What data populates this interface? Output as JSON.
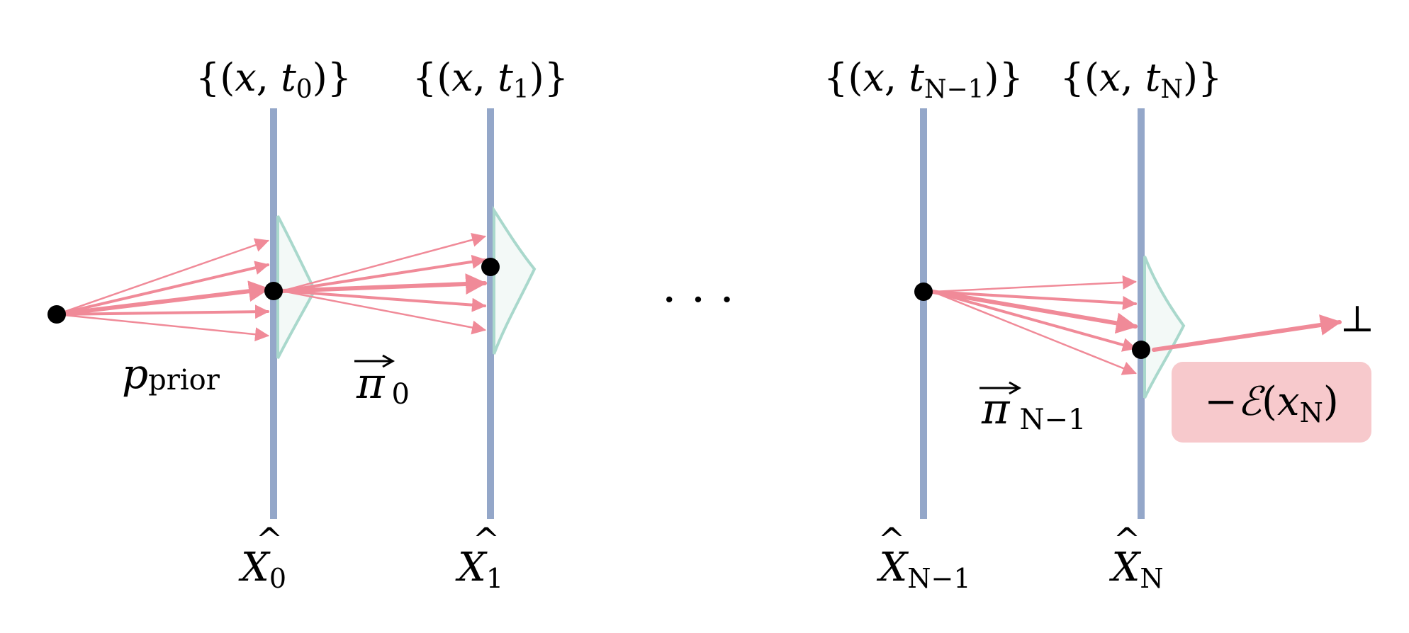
{
  "slices": [
    {
      "top": {
        "open": "{(",
        "var": "x",
        "sep": ", ",
        "t": "t",
        "sub": "0",
        "close": ")}"
      },
      "bottom": {
        "hat": "^",
        "var": "X",
        "sub": "0"
      }
    },
    {
      "top": {
        "open": "{(",
        "var": "x",
        "sep": ", ",
        "t": "t",
        "sub": "1",
        "close": ")}"
      },
      "bottom": {
        "hat": "^",
        "var": "X",
        "sub": "1"
      }
    },
    {
      "top": {
        "open": "{(",
        "var": "x",
        "sep": ", ",
        "t": "t",
        "sub": "N−1",
        "close": ")}"
      },
      "bottom": {
        "hat": "^",
        "var": "X",
        "sub": "N−1"
      }
    },
    {
      "top": {
        "open": "{(",
        "var": "x",
        "sep": ", ",
        "t": "t",
        "sub": "N",
        "close": ")}"
      },
      "bottom": {
        "hat": "^",
        "var": "X",
        "sub": "N"
      }
    }
  ],
  "labels": {
    "prior": {
      "var": "p",
      "sub": "prior"
    },
    "pi0": {
      "var": "π",
      "sub": "0"
    },
    "piN1": {
      "var": "π",
      "sub": "N−1"
    },
    "ellipsis": "· · ·",
    "bottom_symbol": "⊥",
    "energy": {
      "sign": "−",
      "script": "ℰ",
      "open": "(",
      "var": "x",
      "sub": "N",
      "close": ")"
    }
  },
  "colors": {
    "slice_line": "#94a7c9",
    "arrow": "#f08a98",
    "gaussian_stroke": "#a9d8cc",
    "gaussian_fill": "#f3f9f7",
    "energy_box": "#f7c9cc",
    "point": "#000000"
  }
}
